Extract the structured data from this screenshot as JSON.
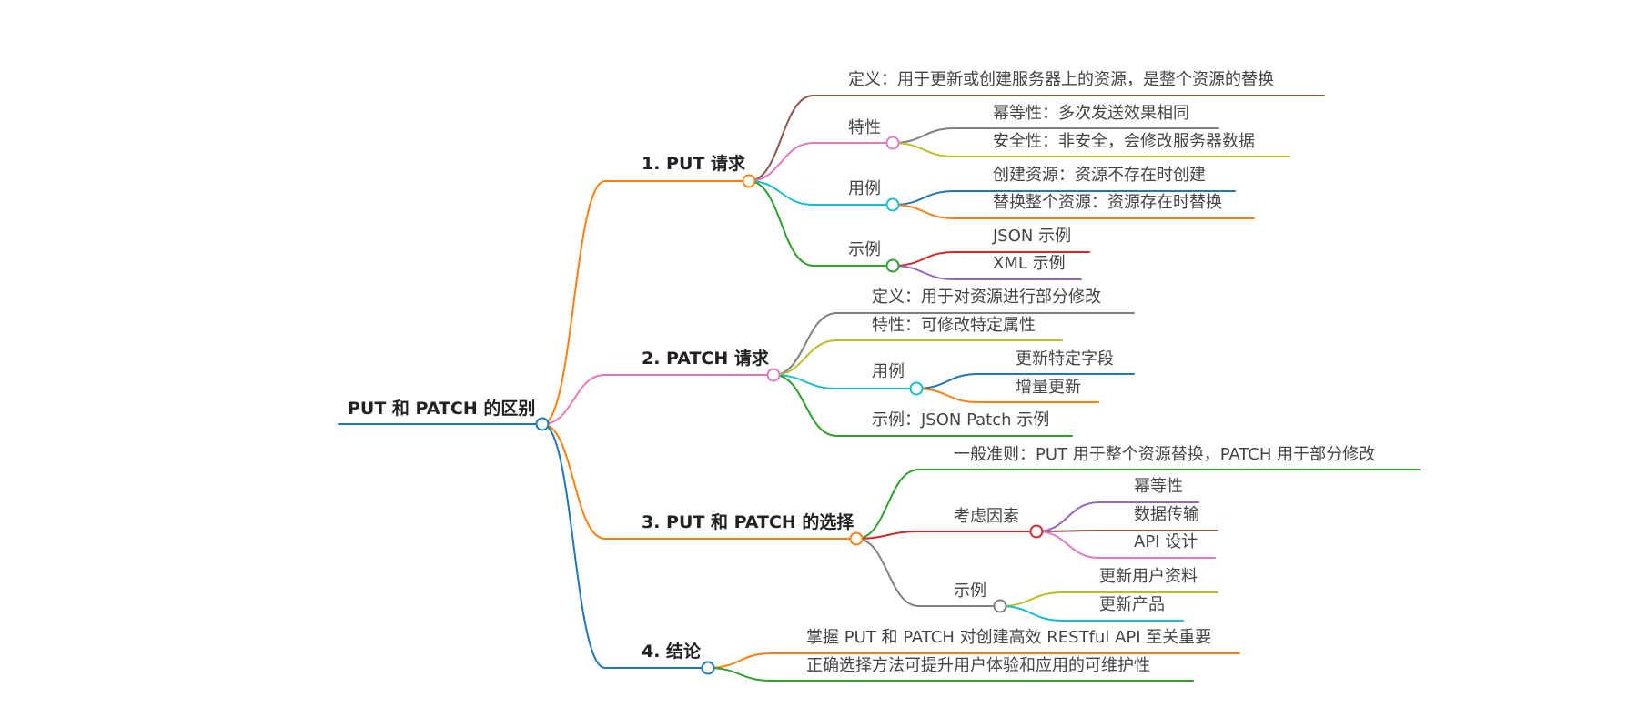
{
  "root": {
    "label": "PUT 和 PATCH 的区别",
    "color": "#1f77b4"
  },
  "branches": [
    {
      "label": "1. PUT 请求",
      "color": "#ff7f0e",
      "children": [
        {
          "label": "定义：用于更新或创建服务器上的资源，是整个资源的替换",
          "color": "#8c564b"
        },
        {
          "label": "特性",
          "color": "#e377c2",
          "children": [
            {
              "label": "幂等性：多次发送效果相同",
              "color": "#7f7f7f"
            },
            {
              "label": "安全性：非安全，会修改服务器数据",
              "color": "#bcbd22"
            }
          ]
        },
        {
          "label": "用例",
          "color": "#17becf",
          "children": [
            {
              "label": "创建资源：资源不存在时创建",
              "color": "#1f77b4"
            },
            {
              "label": "替换整个资源：资源存在时替换",
              "color": "#ff7f0e"
            }
          ]
        },
        {
          "label": "示例",
          "color": "#2ca02c",
          "children": [
            {
              "label": "JSON 示例",
              "color": "#d62728"
            },
            {
              "label": "XML 示例",
              "color": "#9467bd"
            }
          ]
        }
      ]
    },
    {
      "label": "2. PATCH 请求",
      "color": "#e377c2",
      "children": [
        {
          "label": "定义：用于对资源进行部分修改",
          "color": "#7f7f7f"
        },
        {
          "label": "特性：可修改特定属性",
          "color": "#bcbd22"
        },
        {
          "label": "用例",
          "color": "#17becf",
          "children": [
            {
              "label": "更新特定字段",
              "color": "#1f77b4"
            },
            {
              "label": "增量更新",
              "color": "#ff7f0e"
            }
          ]
        },
        {
          "label": "示例：JSON Patch 示例",
          "color": "#2ca02c"
        }
      ]
    },
    {
      "label": "3. PUT 和 PATCH 的选择",
      "color": "#ff7f0e",
      "children": [
        {
          "label": "一般准则：PUT 用于整个资源替换，PATCH 用于部分修改",
          "color": "#2ca02c"
        },
        {
          "label": "考虑因素",
          "color": "#d62728",
          "children": [
            {
              "label": "幂等性",
              "color": "#9467bd"
            },
            {
              "label": "数据传输",
              "color": "#8c564b"
            },
            {
              "label": "API 设计",
              "color": "#e377c2"
            }
          ]
        },
        {
          "label": "示例",
          "color": "#7f7f7f",
          "children": [
            {
              "label": "更新用户资料",
              "color": "#bcbd22"
            },
            {
              "label": "更新产品",
              "color": "#17becf"
            }
          ]
        }
      ]
    },
    {
      "label": "4. 结论",
      "color": "#1f77b4",
      "children": [
        {
          "label": "掌握 PUT 和 PATCH 对创建高效 RESTful API 至关重要",
          "color": "#ff7f0e"
        },
        {
          "label": "正确选择方法可提升用户体验和应用的可维护性",
          "color": "#2ca02c"
        }
      ]
    }
  ]
}
